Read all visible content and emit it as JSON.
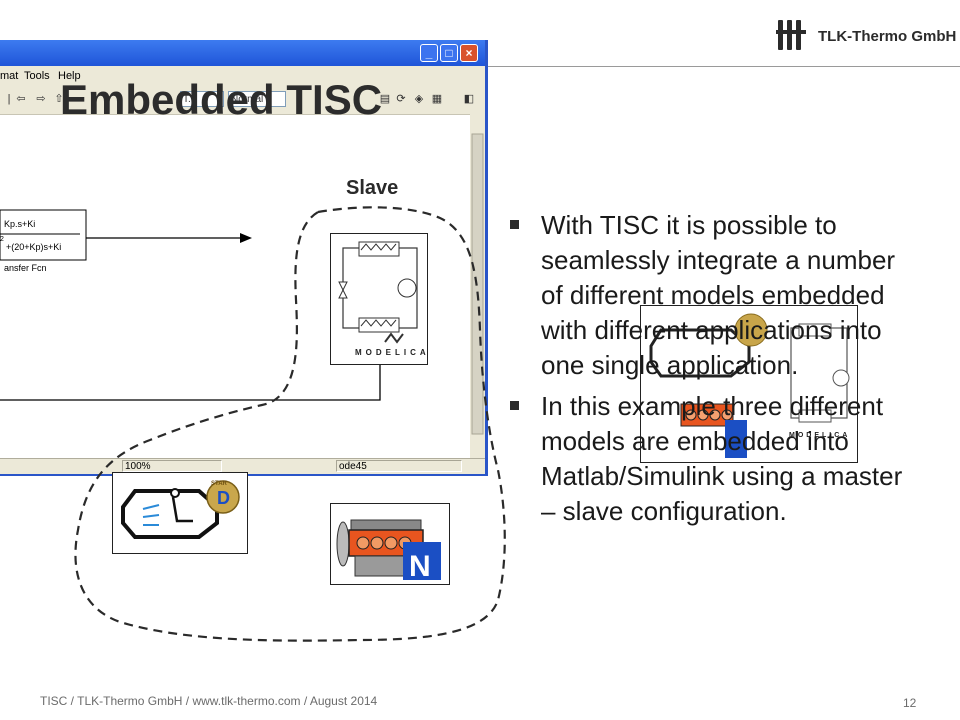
{
  "header": {
    "logo_text": "TLK-Thermo GmbH",
    "logo_mark": "tlt"
  },
  "window": {
    "menu": [
      "mat",
      "Tools",
      "Help"
    ],
    "toolbar": {
      "sim_time_field": "T...",
      "mode_field": "Normal"
    },
    "status": {
      "zoom": "100%",
      "solver": "ode45"
    },
    "transfer_fcn": {
      "numerator": "Kp.s+Ki",
      "denominator_sup": "2",
      "denominator": "+(20+Kp)s+Ki",
      "caption": "ansfer Fcn"
    }
  },
  "slide": {
    "title": "Embedded TISC",
    "slave_label": "Slave",
    "bullets": [
      "With TISC it is possible to seamlessly integrate a number of different models embedded with different applications into one single application.",
      "In this example three different models are embedded into Matlab/Simulink using a master – slave configuration."
    ]
  },
  "models": {
    "modelica_label": "MODELICA",
    "star_label": "STAR"
  },
  "footer": {
    "text": "TISC / TLK-Thermo  GmbH / www.tlk-thermo.com / August 2014",
    "page": "12"
  },
  "colors": {
    "titlebar": "#2a5fe0",
    "close_button": "#d9522c",
    "engine_orange": "#e8551f",
    "ring_blue": "#1b4fc4"
  }
}
